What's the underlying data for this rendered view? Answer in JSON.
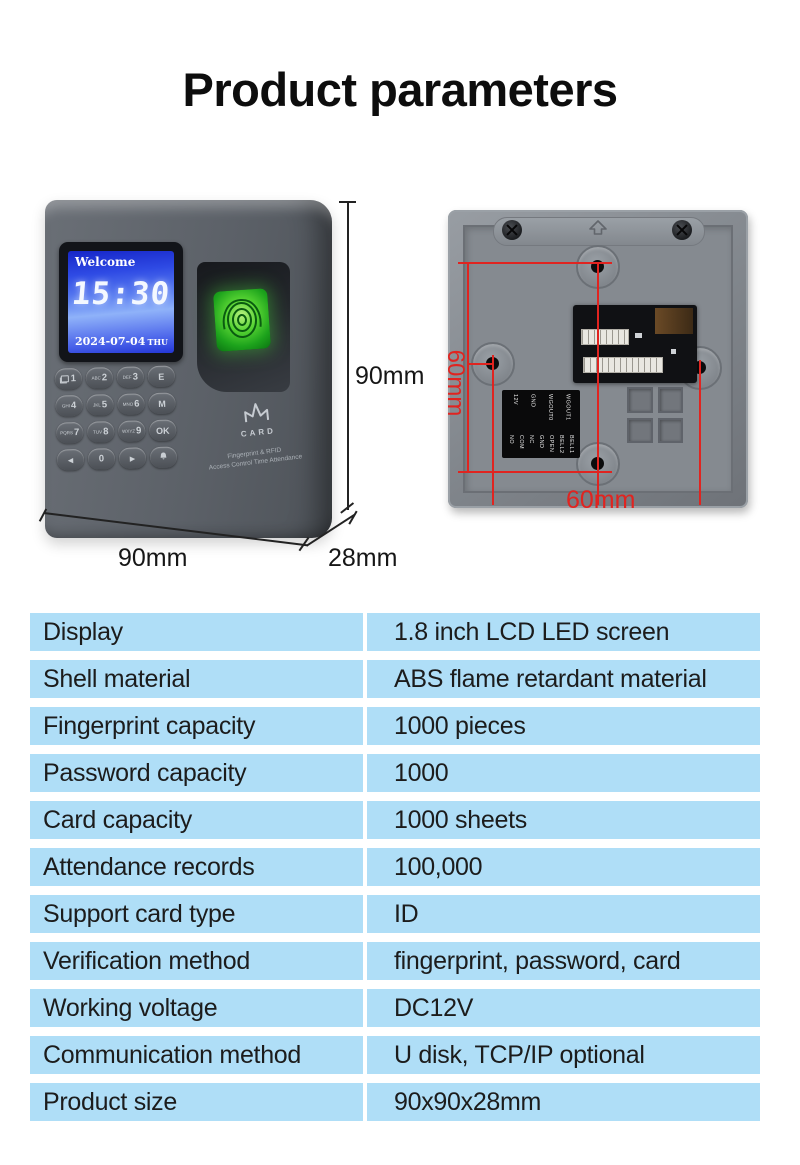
{
  "page": {
    "title": "Product parameters"
  },
  "colors": {
    "table_row_bg": "#afdef7",
    "dimension_red": "#e02420",
    "sensor_green": "#35c818"
  },
  "front_device": {
    "lcd": {
      "welcome": "Welcome",
      "time": "15:30",
      "date": "2024-07-04",
      "weekday": "THU"
    },
    "keypad_rows": [
      [
        {
          "num": "1",
          "icon": "card-icon"
        },
        {
          "sub": "ABC",
          "num": "2"
        },
        {
          "sub": "DEF",
          "num": "3"
        },
        {
          "letter": "E"
        }
      ],
      [
        {
          "sub": "GHI",
          "num": "4"
        },
        {
          "sub": "JKL",
          "num": "5"
        },
        {
          "sub": "MNO",
          "num": "6"
        },
        {
          "letter": "M"
        }
      ],
      [
        {
          "sub": "PQRS",
          "num": "7"
        },
        {
          "sub": "TUV",
          "num": "8"
        },
        {
          "sub": "WXYZ",
          "num": "9"
        },
        {
          "letter": "OK"
        }
      ],
      [
        {
          "letter": "◄"
        },
        {
          "num": "0"
        },
        {
          "letter": "►"
        },
        {
          "icon": "bell-icon"
        }
      ]
    ],
    "brand": {
      "logo_text": "CARD",
      "tagline_line1": "Fingerprint & RFID",
      "tagline_line2": "Access Control Time Attendance"
    }
  },
  "back_device": {
    "terminal_labels_top": [
      "12V",
      "GND",
      "WGOUT0",
      "WGOUT1"
    ],
    "terminal_labels_bottom": [
      "NO",
      "COM",
      "NC",
      "GND",
      "OPEN",
      "BELL2",
      "BELL1"
    ],
    "hole_spacing_vertical": "60mm",
    "hole_spacing_horizontal": "60mm"
  },
  "dimensions": {
    "height_label": "90mm",
    "width_label": "90mm",
    "depth_label": "28mm"
  },
  "spec_table": {
    "rows": [
      {
        "label": "Display",
        "value": "1.8 inch LCD LED screen"
      },
      {
        "label": "Shell material",
        "value": "ABS flame retardant material"
      },
      {
        "label": "Fingerprint capacity",
        "value": "1000 pieces"
      },
      {
        "label": "Password capacity",
        "value": "1000"
      },
      {
        "label": "Card capacity",
        "value": "1000 sheets"
      },
      {
        "label": "Attendance records",
        "value": "100,000"
      },
      {
        "label": "Support card type",
        "value": "ID"
      },
      {
        "label": "Verification method",
        "value": "fingerprint, password, card"
      },
      {
        "label": "Working voltage",
        "value": "DC12V"
      },
      {
        "label": "Communication method",
        "value": "U disk, TCP/IP optional"
      },
      {
        "label": "Product size",
        "value": "90x90x28mm"
      }
    ]
  }
}
